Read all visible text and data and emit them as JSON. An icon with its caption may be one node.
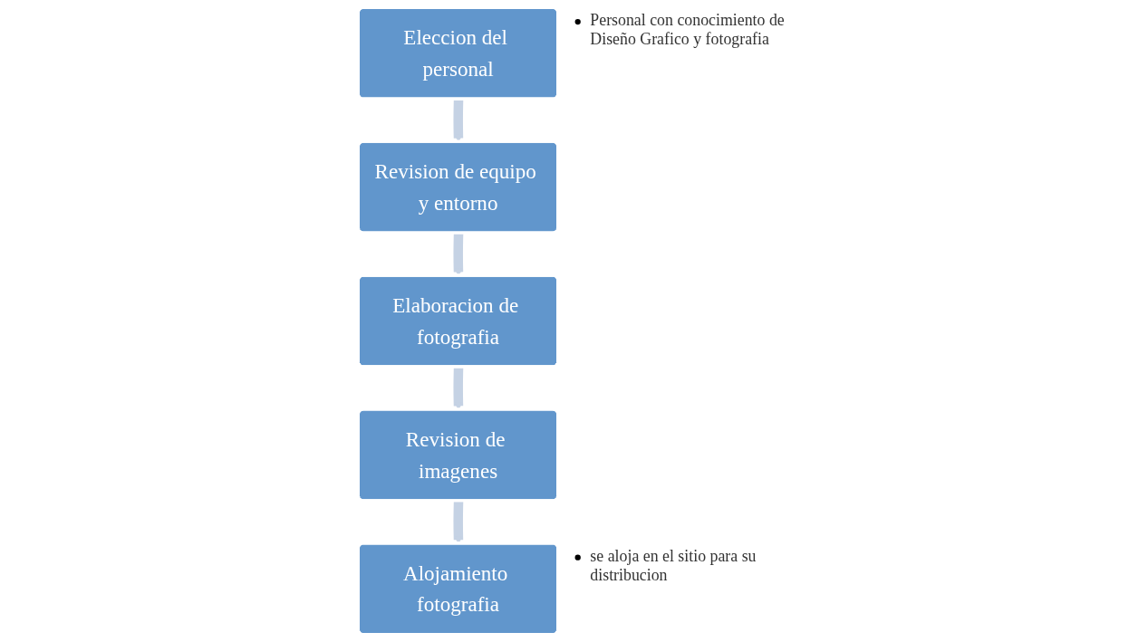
{
  "diagram": {
    "nodes": [
      {
        "text": [
          "Eleccion del personal"
        ],
        "beside": [
          "Personal con conocimiento de Diseño Grafico y fotografia"
        ]
      },
      {
        "text": [
          "Revision de equipo y entorno"
        ]
      },
      {
        "text": [
          "Elaboracion de fotografia"
        ]
      },
      {
        "text": [
          "Revision de imagenes"
        ]
      },
      {
        "text": [
          "Alojamiento fotografia"
        ],
        "beside": [
          "se aloja en el sitio para su distribucion"
        ]
      }
    ],
    "edges": [
      {
        "from": 0,
        "to": 1,
        "arrow": "to"
      },
      {
        "from": 1,
        "to": 2,
        "arrow": "to"
      },
      {
        "from": 2,
        "to": 3,
        "arrow": "to"
      },
      {
        "from": 3,
        "to": 4,
        "arrow": "to"
      }
    ]
  }
}
